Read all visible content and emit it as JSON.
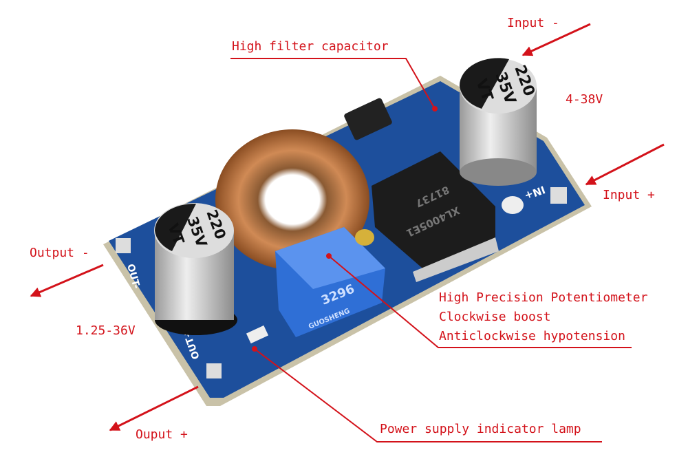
{
  "annotations": {
    "input_minus": "Input -",
    "high_filter_capacitor": "High filter capacitor",
    "input_voltage": "4-38V",
    "input_plus": "Input +",
    "output_minus": "Output -",
    "output_voltage": "1.25-36V",
    "potentiometer_title": "High Precision Potentiometer",
    "clockwise": "Clockwise boost",
    "anticlockwise": "Anticlockwise hypotension",
    "output_plus": "Ouput +",
    "indicator_lamp": "Power supply indicator lamp"
  },
  "board_markings": {
    "capacitor_value": "220",
    "capacitor_voltage": "35V",
    "capacitor_series": "VT",
    "ic_label": "XL4005E1",
    "ic_code": "81737",
    "pin_in_plus": "IN+",
    "pin_out_minus": "OUT-",
    "pin_out_plus": "OUT+",
    "pot_code": "3296",
    "pot_brand": "GUOSHENG"
  },
  "colors": {
    "annotation": "#d3121a",
    "pcb": "#1d4f9c",
    "pot": "#2f6fd6"
  }
}
